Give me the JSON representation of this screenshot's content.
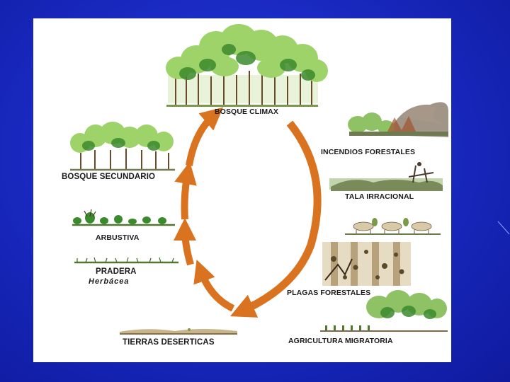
{
  "colors": {
    "background": "#1a2bc4",
    "panel": "#ffffff",
    "arrow": "#d9731f",
    "foliage_light": "#9ed36a",
    "foliage_dark": "#3c8a2e",
    "trunk": "#6b4a2a",
    "smoke": "#8a7a6a"
  },
  "labels": {
    "bosque_climax": "BOSQUE CLIMAX",
    "incendios": "INCENDIOS FORESTALES",
    "tala": "TALA IRRACIONAL",
    "plagas": "PLAGAS FORESTALES",
    "agricultura": "AGRICULTURA MIGRATORIA",
    "tierras": "TIERRAS DESERTICAS",
    "pradera": "PRADERA",
    "herbacea": "Herbácea",
    "arbustiva": "ARBUSTIVA",
    "bosque_secundario": "BOSQUE SECUNDARIO"
  },
  "illustrations": [
    "climax-forest-illustration",
    "forest-fire-illustration",
    "irrational-logging-illustration",
    "grazing-animals-illustration",
    "forest-pests-illustration",
    "migratory-agriculture-illustration",
    "desert-land-illustration",
    "herbaceous-meadow-illustration",
    "shrubland-illustration",
    "secondary-forest-illustration"
  ]
}
